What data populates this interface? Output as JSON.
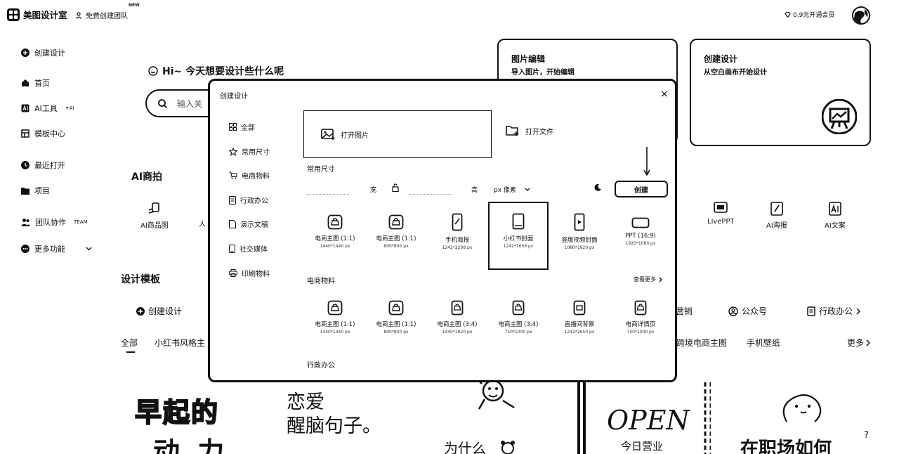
{
  "app": {
    "name": "美图设计室",
    "team_link": "免费创建团队",
    "new_badge": "NEW",
    "vip": "0.9元开通会员"
  },
  "sidebar": {
    "create": "创建设计",
    "items": [
      {
        "label": "首页",
        "icon": "home-icon"
      },
      {
        "label": "AI工具",
        "badge": "✦AI",
        "icon": "ai-icon"
      },
      {
        "label": "模板中心",
        "icon": "template-icon"
      },
      {
        "label": "最近打开",
        "icon": "clock-icon"
      },
      {
        "label": "项目",
        "icon": "folder-icon"
      },
      {
        "label": "团队协作",
        "badge": "TEAM",
        "icon": "team-icon"
      },
      {
        "label": "更多功能",
        "icon": "more-icon"
      }
    ]
  },
  "main": {
    "greeting": "Hi~ 今天想要设计些什么呢",
    "search_placeholder": "输入关",
    "promo_left": {
      "title": "图片编辑",
      "subtitle": "导入图片，开始编辑"
    },
    "promo_right": {
      "title": "创建设计",
      "subtitle": "从空白画布开始设计"
    },
    "ai_section": "AI商拍",
    "tools": [
      "AI商品图",
      "人",
      "LivePPT",
      "AI海报",
      "AI文案"
    ],
    "template_section": "设计模板",
    "template_create": "创建设计",
    "categories": [
      "营销",
      "公众号",
      "行政办公"
    ],
    "tags": [
      "全部",
      "小红书风格主",
      "跨境电商主图",
      "手机壁纸",
      "更多"
    ],
    "thumbs": {
      "t1": "早起的",
      "t2a": "恋爱",
      "t2b": "醒脑句子。",
      "t3": "为什么",
      "t4a": "OPEN",
      "t4b": "今日营业",
      "t5": "在职场如何",
      "t6": "动 力"
    },
    "help": "?"
  },
  "modal": {
    "title": "创建设计",
    "close": "×",
    "menu": [
      {
        "label": "全部",
        "icon": "grid-icon"
      },
      {
        "label": "常用尺寸",
        "icon": "star-icon"
      },
      {
        "label": "电商物料",
        "icon": "cart-icon"
      },
      {
        "label": "行政办公",
        "icon": "doc-icon"
      },
      {
        "label": "演示文稿",
        "icon": "slides-icon"
      },
      {
        "label": "社交媒体",
        "icon": "phone-icon"
      },
      {
        "label": "印刷物料",
        "icon": "print-icon"
      }
    ],
    "open_image": "打开图片",
    "open_file": "打开文件",
    "common_sizes_title": "常用尺寸",
    "width_label": "宽",
    "height_label": "高",
    "unit": "px 像素",
    "create_button": "创建",
    "common_sizes": [
      {
        "name": "电商主图 (1:1)",
        "dims": "1440*1440 px"
      },
      {
        "name": "电商主图 (1:1)",
        "dims": "800*800 px"
      },
      {
        "name": "手机海报",
        "dims": "1242*2208 px"
      },
      {
        "name": "小红书封面",
        "dims": "1242*1656 px"
      },
      {
        "name": "竖版视频封面",
        "dims": "1080*1920 px"
      },
      {
        "name": "PPT (16:9)",
        "dims": "1920*1080 px"
      }
    ],
    "ecommerce_title": "电商物料",
    "see_more": "查看更多",
    "ecommerce_sizes": [
      {
        "name": "电商主图 (1:1)",
        "dims": "1440*1440 px"
      },
      {
        "name": "电商主图 (1:1)",
        "dims": "800*800 px"
      },
      {
        "name": "电商主图 (3:4)",
        "dims": "1440*1920 px"
      },
      {
        "name": "电商主图 (3:4)",
        "dims": "750*1000 px"
      },
      {
        "name": "直播间背景",
        "dims": "1242*2650 px"
      },
      {
        "name": "电商详情页",
        "dims": "750*1000 px"
      }
    ],
    "admin_title": "行政办公"
  }
}
